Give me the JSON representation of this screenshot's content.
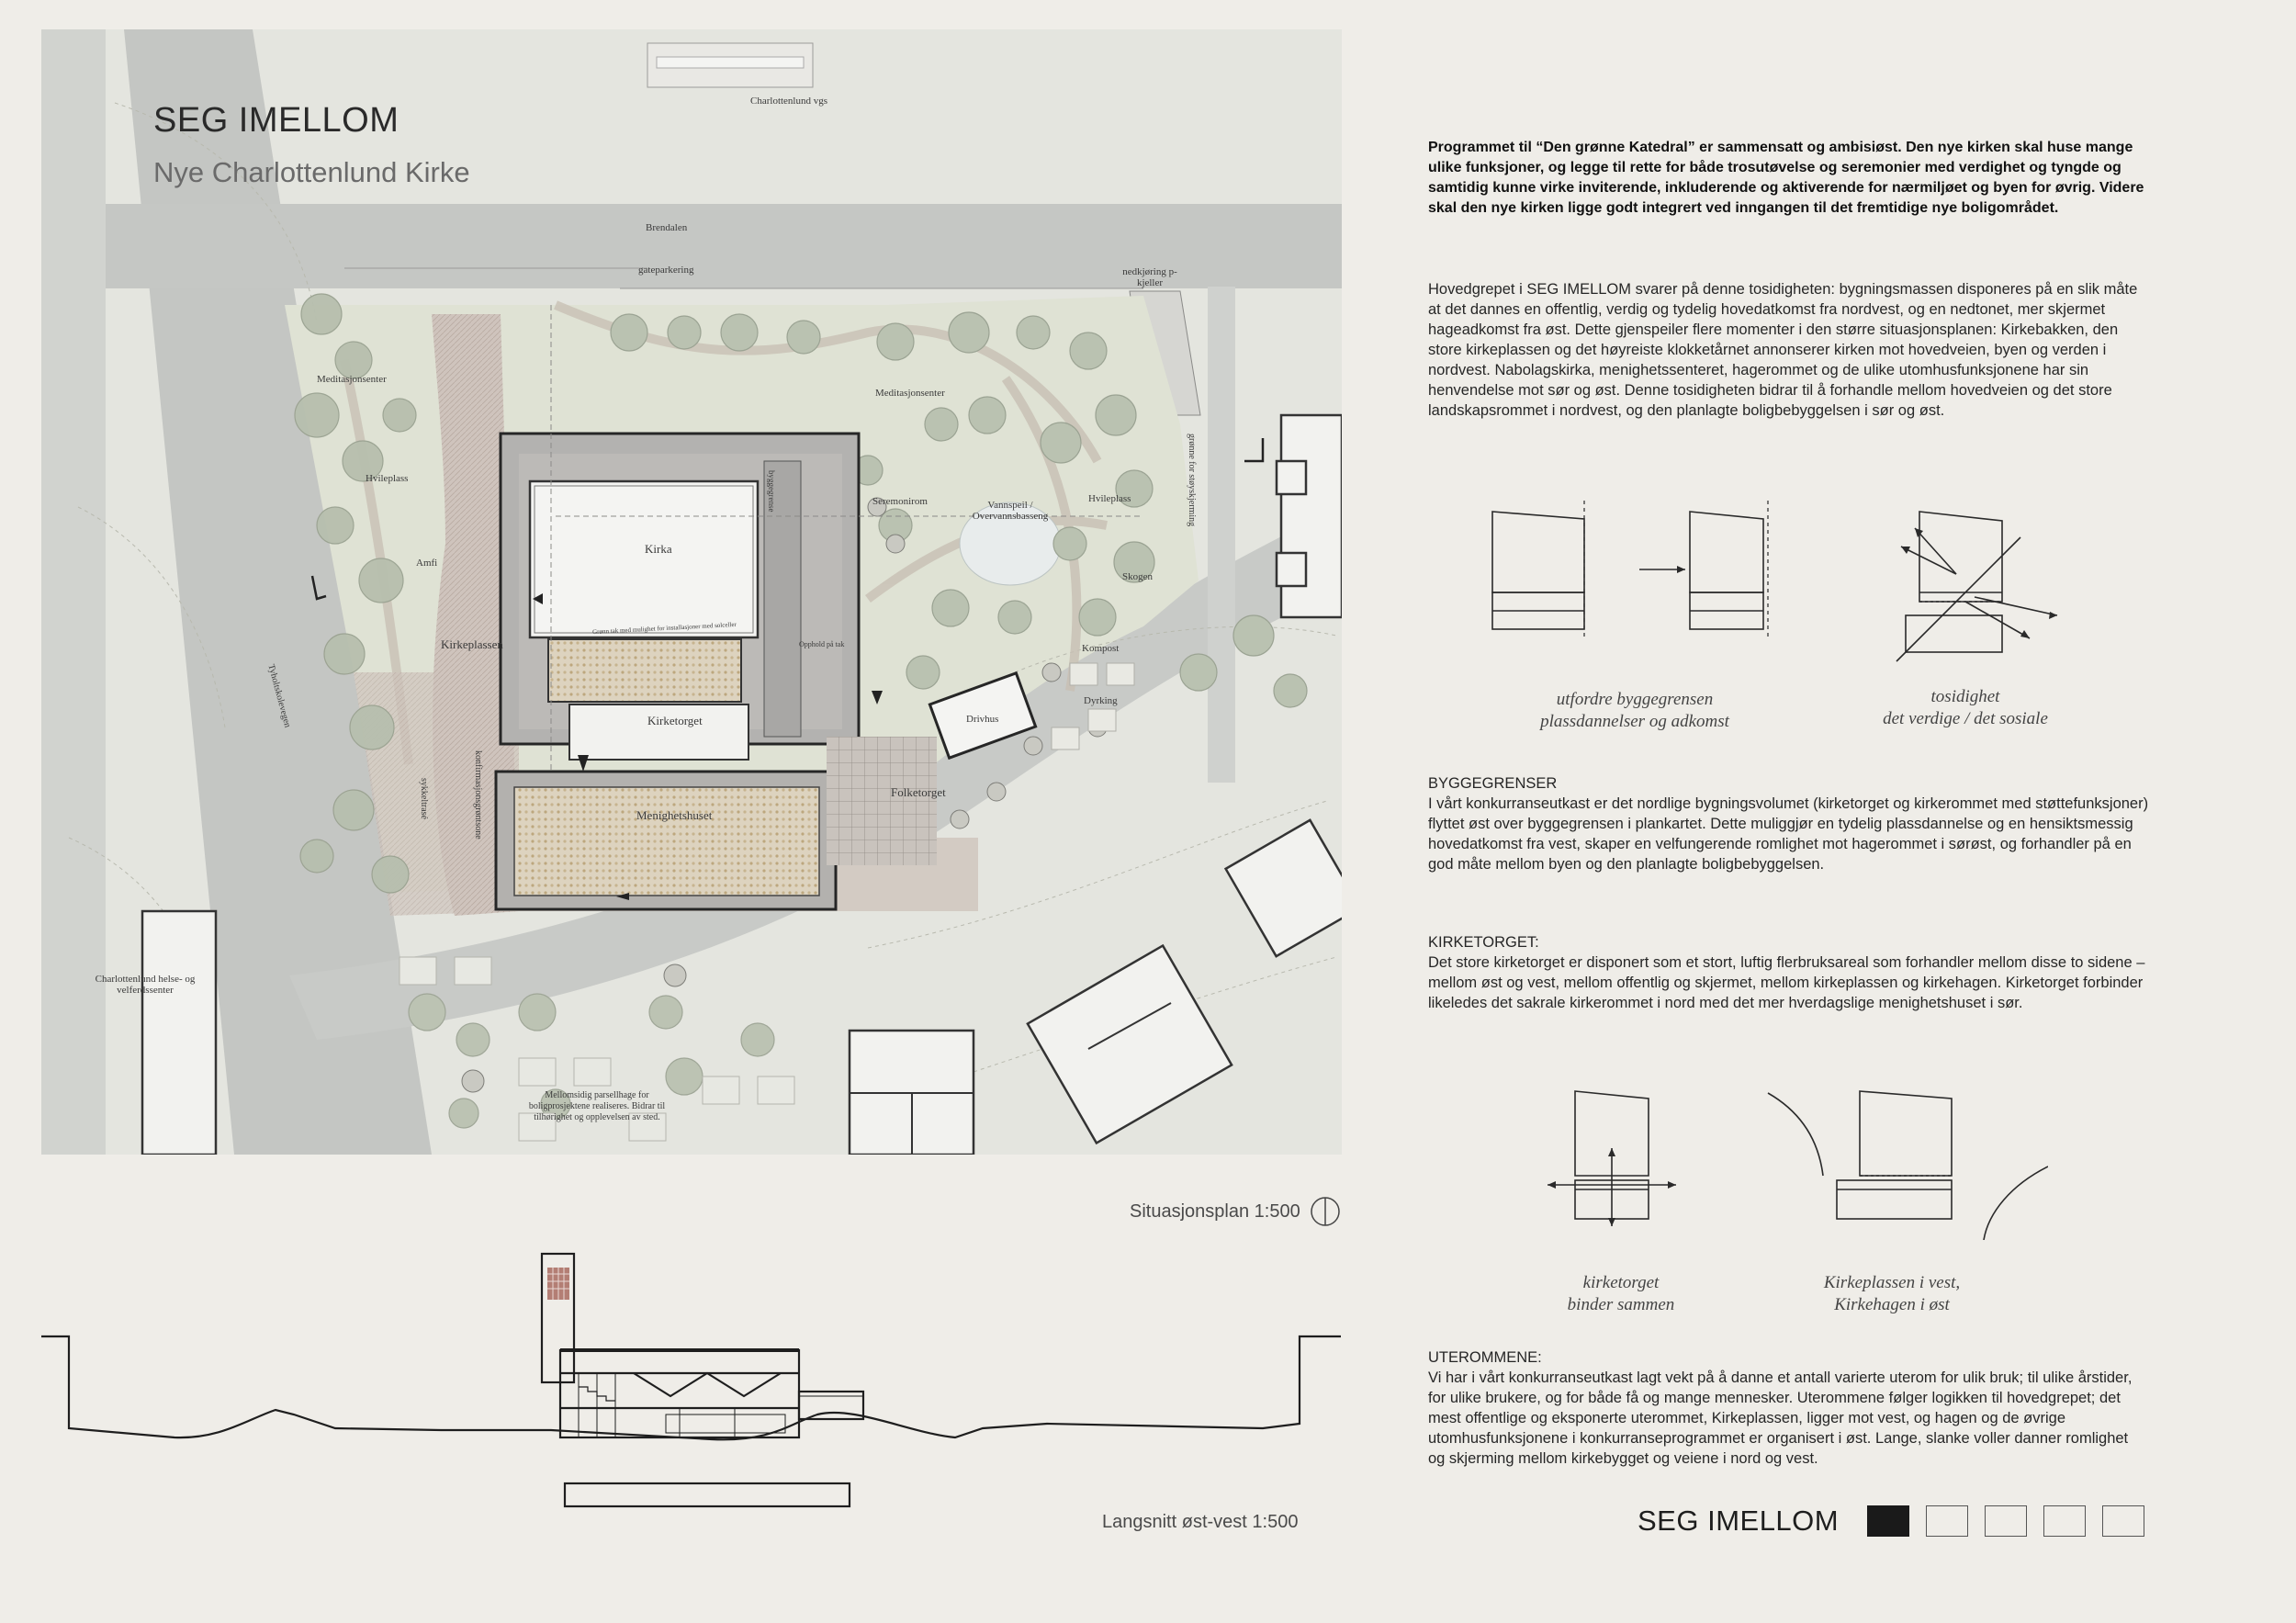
{
  "plan": {
    "title": "SEG IMELLOM",
    "subtitle": "Nye Charlottenlund Kirke",
    "scale_label": "Situasjonsplan 1:500",
    "labels": {
      "school": "Charlottenlund vgs",
      "road_brendalen": "Brendalen",
      "street_parking": "gateparkering",
      "basement_ramp": "nedkjøring p-kjeller",
      "meditation_west": "Meditasjonsenter",
      "meditation_east": "Meditasjonsenter",
      "rest_west": "Hvileplass",
      "rest_east": "Hvileplass",
      "amphi": "Amfi",
      "church_square": "Kirkeplassen",
      "church": "Kirka",
      "building_line": "byggegrense",
      "greenhouse_note": "Grønn tak med mulighet for installasjoner med solceller",
      "stair_note": "Opphold på tak",
      "church_plaza": "Kirketorget",
      "parish_house": "Menighetshuset",
      "ceremony_room": "Seremonirom",
      "water_mirror": "Vannspeil / Overvannsbasseng",
      "forest": "Skogen",
      "compost": "Kompost",
      "cultivation": "Dyrking",
      "workshop": "Drivhus",
      "folk_plaza": "Folketorget",
      "green_noise": "grønne for støyskjerming",
      "tyholt_road": "Tyholtskolevegen",
      "bike_path": "sykkeltrasé",
      "walkway": "konfirmasjonsgrøntsone",
      "health_centre": "Charlottenlund helse- og velferdssenter",
      "garden_note": "Mellomsidig parsellhage for boligprosjektene realiseres. Bidrar til tilhørighet og opplevelsen av sted."
    }
  },
  "section": {
    "scale_label": "Langsnitt øst-vest 1:500"
  },
  "text": {
    "intro": "Programmet til “Den grønne Katedral” er sammensatt og ambisiøst. Den nye kirken skal huse mange ulike funksjoner, og legge til rette for både trosutøvelse og seremonier med verdighet og tyngde og samtidig kunne virke inviterende, inkluderende og aktiverende for nærmiljøet og byen for øvrig. Videre skal den nye kirken ligge godt integrert ved inngangen til det fremtidige nye boligområdet.",
    "main_idea": "Hovedgrepet i SEG IMELLOM svarer på denne tosidigheten: bygningsmassen disponeres på en slik måte at det dannes en offentlig, verdig og tydelig hovedatkomst fra nordvest, og en nedtonet, mer skjermet hageadkomst fra øst. Dette gjenspeiler flere momenter i den større situasjonsplanen: Kirkebakken, den store kirkeplassen og det høyreiste klokketårnet annonserer kirken mot hovedveien, byen og verden i nordvest. Nabolagskirka, menighetssenteret, hagerommet og de ulike utomhusfunksjonene har sin henvendelse mot sør og øst. Denne tosidigheten bidrar til å forhandle mellom hovedveien og det store landskapsrommet i nordvest, og den planlagte boligbebyggelsen i sør og øst.",
    "byggegrenser_heading": "BYGGEGRENSER",
    "byggegrenser_body": "I vårt konkurranseutkast er det nordlige bygningsvolumet (kirketorget og kirkerommet med støttefunksjoner) flyttet øst over byggegrensen i plankartet. Dette muliggjør en tydelig plassdannelse og en hensiktsmessig hovedatkomst fra vest, skaper en velfungerende romlighet mot hagerommet i sørøst, og forhandler på en god måte mellom byen og den planlagte boligbebyggelsen.",
    "kirketorget_heading": "KIRKETORGET:",
    "kirketorget_body": "Det store kirketorget er disponert som et stort, luftig flerbruksareal som forhandler mellom disse to sidene – mellom øst og vest, mellom offentlig og skjermet, mellom kirkeplassen og kirkehagen. Kirketorget forbinder likeledes det sakrale kirkerommet i nord med det mer hverdagslige menighetshuset i sør.",
    "uterommene_heading": "UTEROMMENE:",
    "uterommene_body": "Vi har i vårt konkurranseutkast lagt vekt på å danne et antall varierte uterom for ulik bruk; til ulike årstider, for ulike brukere, og for både få og mange mennesker. Uterommene følger logikken til hovedgrepet; det mest offentlige og eksponerte uterommet, Kirkeplassen, ligger mot vest, og hagen og de øvrige utomhusfunksjonene i konkurranseprogrammet er organisert i øst. Lange, slanke voller danner romlighet og skjerming mellom kirkebygget og veiene i nord og vest."
  },
  "diagrams": {
    "d1_caption_line1": "utfordre byggegrensen",
    "d1_caption_line2": "plassdannelser og adkomst",
    "d2_caption_line1": "tosidighet",
    "d2_caption_line2": "det verdige / det sosiale",
    "d3_caption_line1": "kirketorget",
    "d3_caption_line2": "binder sammen",
    "d4_caption_line1": "Kirkeplassen i vest,",
    "d4_caption_line2": "Kirkehagen i øst"
  },
  "footer": {
    "title": "SEG IMELLOM",
    "pages_total": 5,
    "page_current": 1
  }
}
